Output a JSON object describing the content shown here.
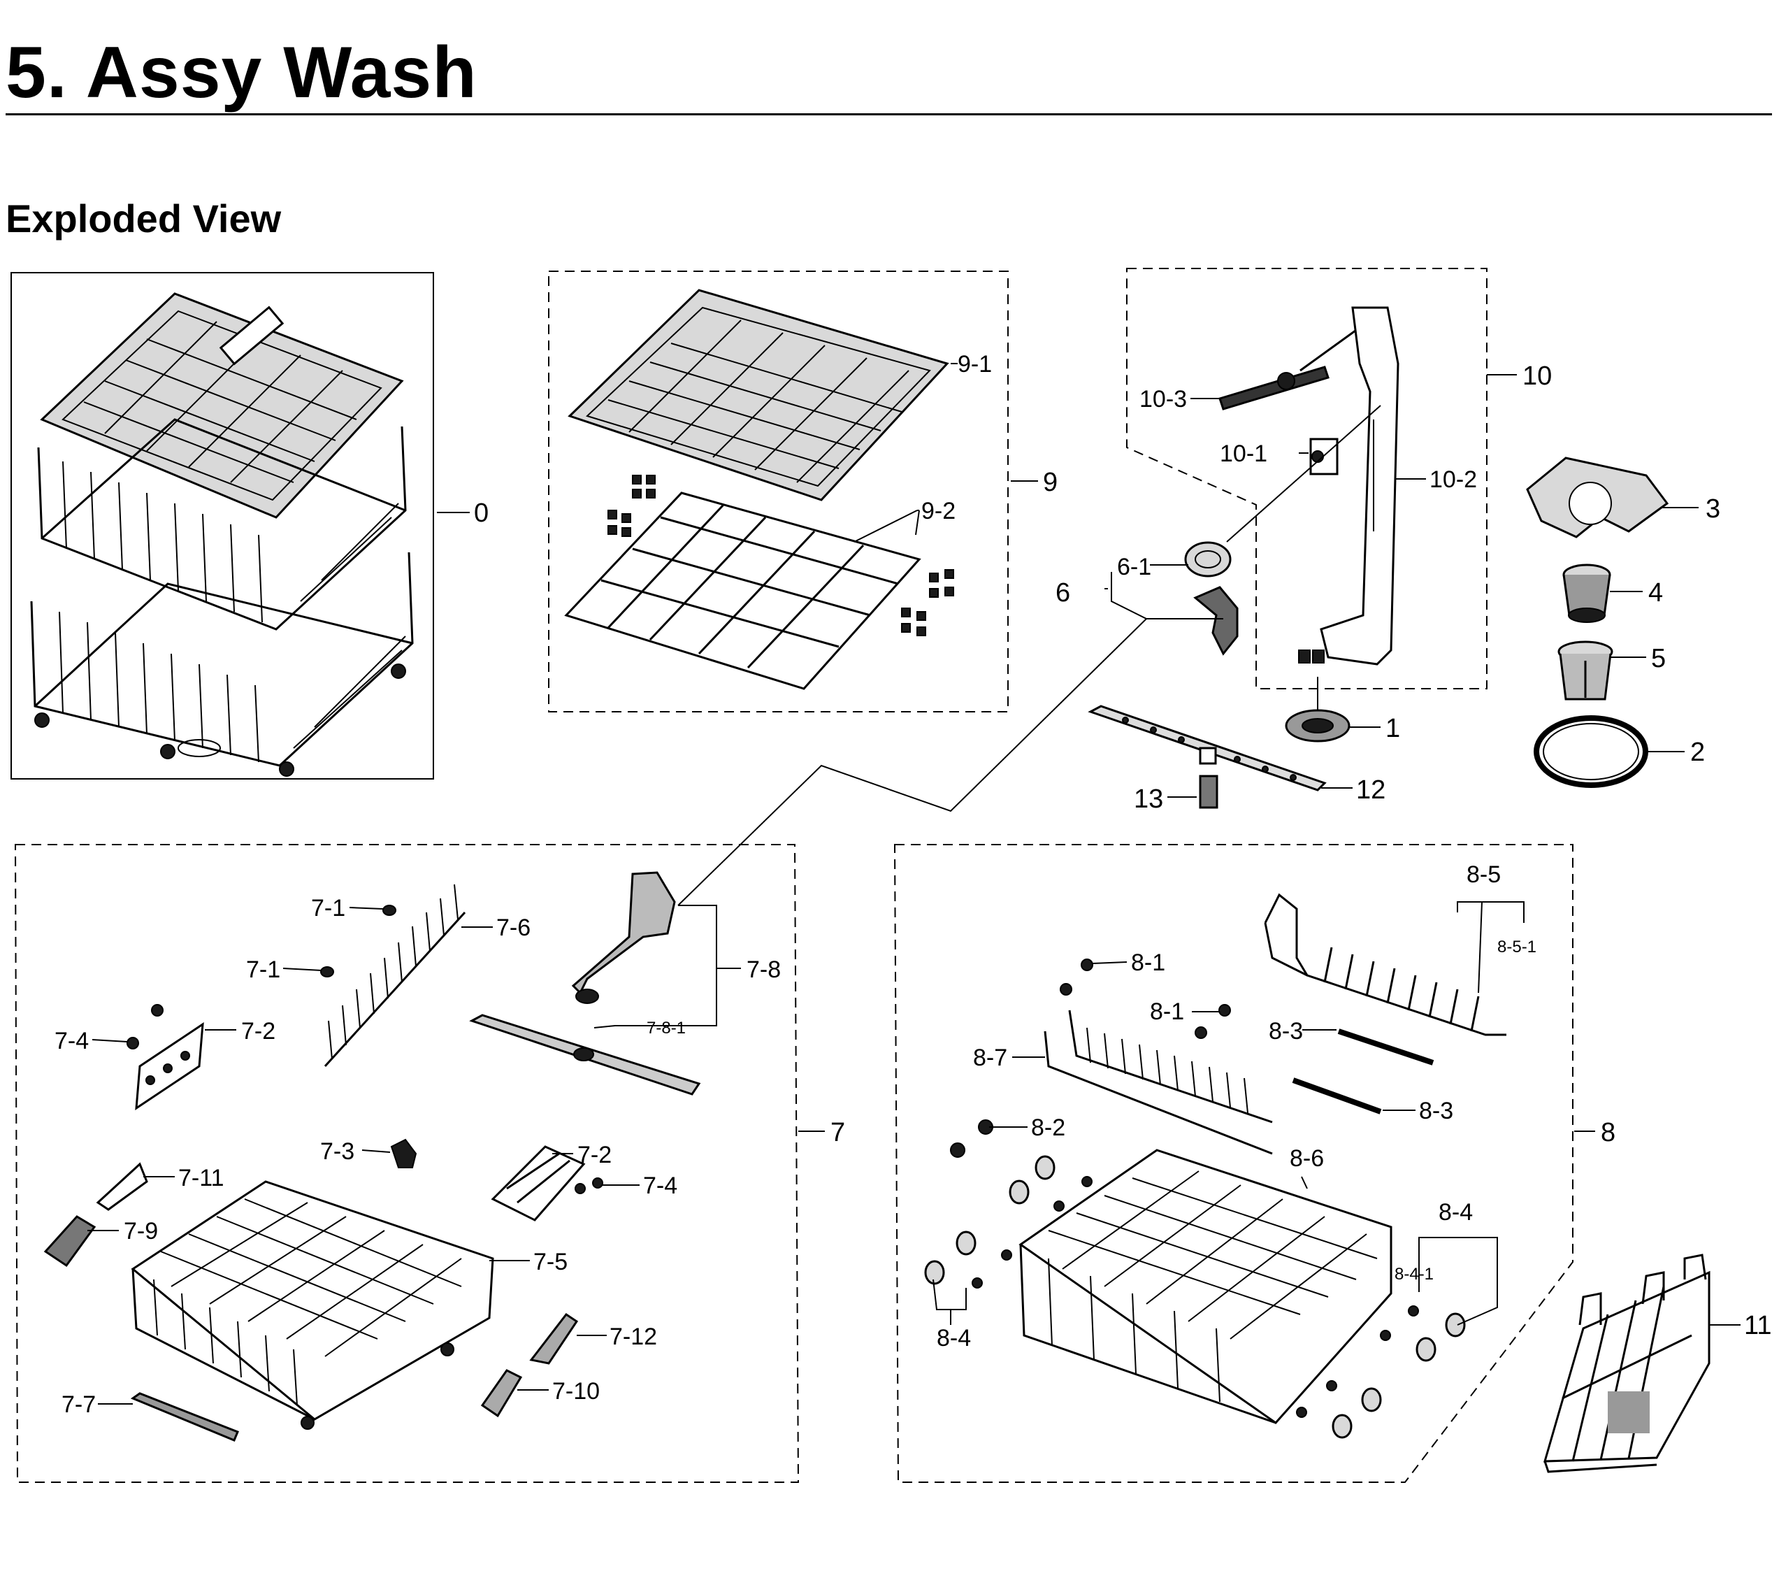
{
  "header": {
    "title": "5.  Assy Wash",
    "subtitle": "Exploded View"
  },
  "callouts": {
    "c0": "0",
    "c1": "1",
    "c2": "2",
    "c3": "3",
    "c4": "4",
    "c5": "5",
    "c6": "6",
    "c6_1": "6-1",
    "c7": "7",
    "c7_1a": "7-1",
    "c7_1b": "7-1",
    "c7_2a": "7-2",
    "c7_2b": "7-2",
    "c7_3": "7-3",
    "c7_4a": "7-4",
    "c7_4b": "7-4",
    "c7_5": "7-5",
    "c7_6": "7-6",
    "c7_7": "7-7",
    "c7_8": "7-8",
    "c7_8_1": "7-8-1",
    "c7_9": "7-9",
    "c7_10": "7-10",
    "c7_11": "7-11",
    "c7_12": "7-12",
    "c8": "8",
    "c8_1a": "8-1",
    "c8_1b": "8-1",
    "c8_2": "8-2",
    "c8_3a": "8-3",
    "c8_3b": "8-3",
    "c8_4a": "8-4",
    "c8_4b": "8-4",
    "c8_4_1": "8-4-1",
    "c8_5": "8-5",
    "c8_5_1": "8-5-1",
    "c8_6": "8-6",
    "c8_7": "8-7",
    "c9": "9",
    "c9_1": "9-1",
    "c9_2": "9-2",
    "c10": "10",
    "c10_1": "10-1",
    "c10_2": "10-2",
    "c10_3": "10-3",
    "c11": "11",
    "c12": "12",
    "c13": "13"
  }
}
